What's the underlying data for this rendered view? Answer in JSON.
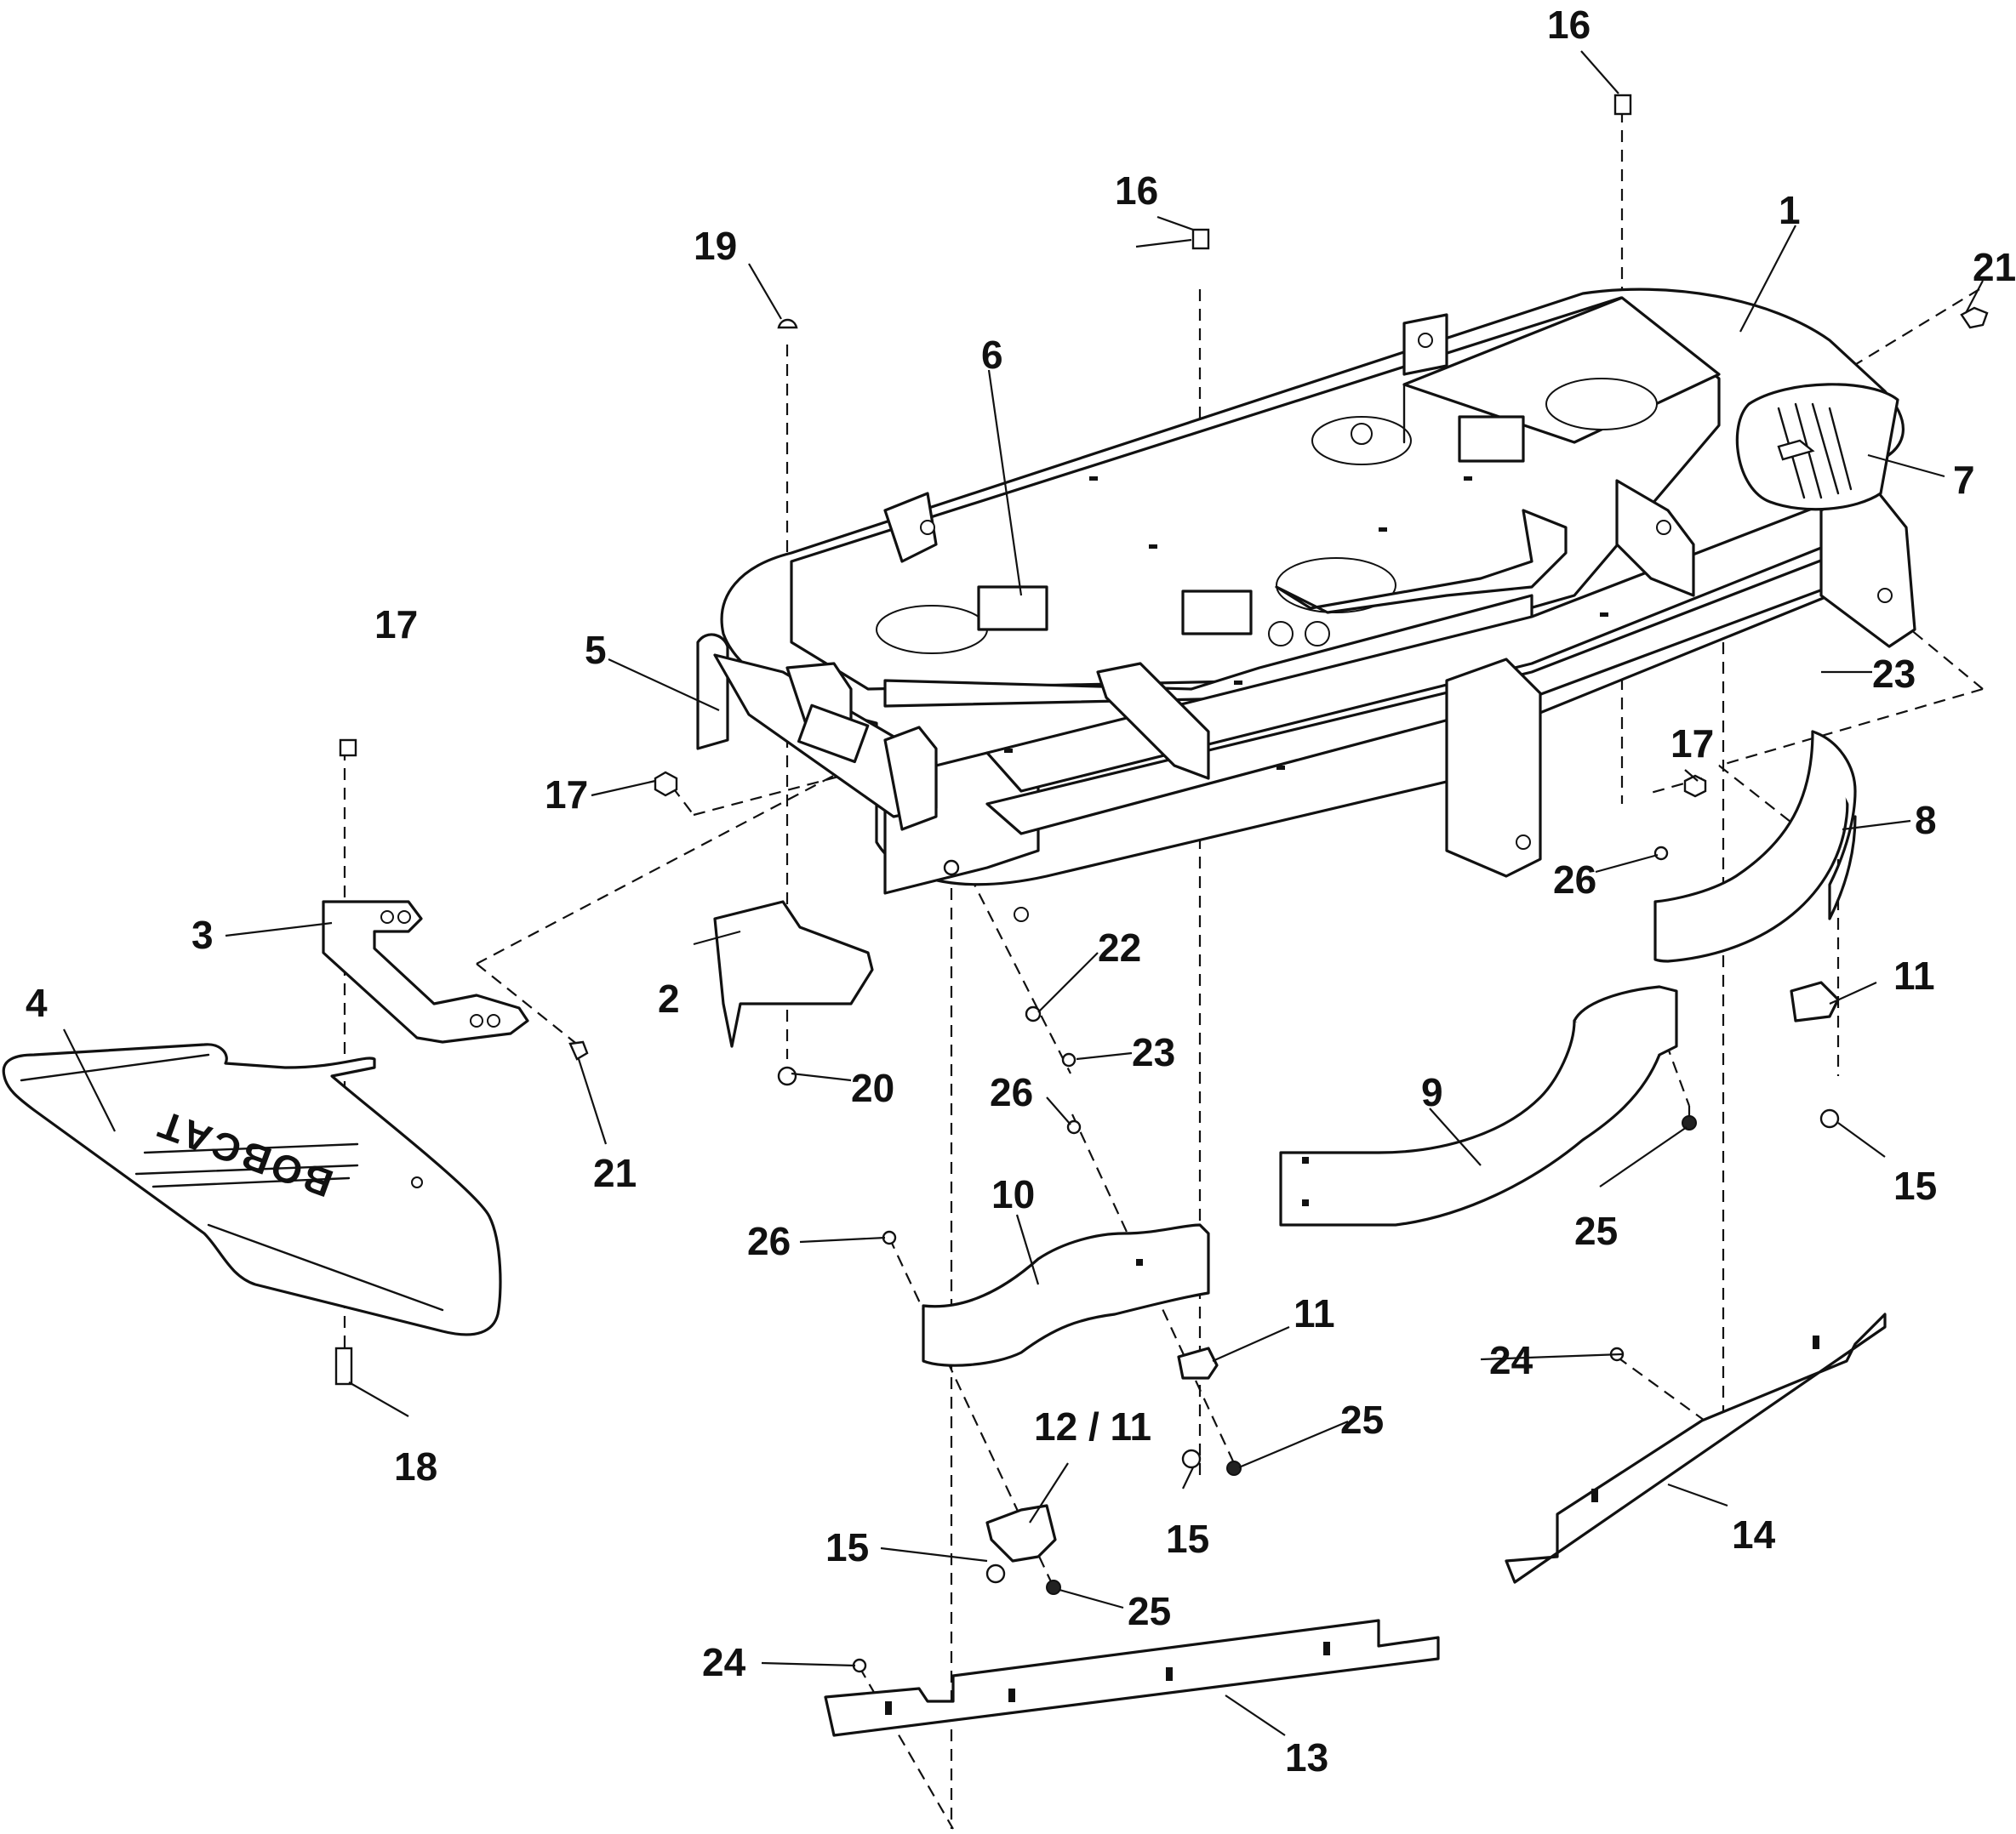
{
  "diagram": {
    "callouts": [
      {
        "id": "c1",
        "text": "1"
      },
      {
        "id": "c2",
        "text": "2"
      },
      {
        "id": "c3",
        "text": "3"
      },
      {
        "id": "c4",
        "text": "4"
      },
      {
        "id": "c5",
        "text": "5"
      },
      {
        "id": "c6",
        "text": "6"
      },
      {
        "id": "c7",
        "text": "7"
      },
      {
        "id": "c8",
        "text": "8"
      },
      {
        "id": "c9",
        "text": "9"
      },
      {
        "id": "c10",
        "text": "10"
      },
      {
        "id": "c11a",
        "text": "11"
      },
      {
        "id": "c11b",
        "text": "11"
      },
      {
        "id": "c12",
        "text": "12 / 11"
      },
      {
        "id": "c13",
        "text": "13"
      },
      {
        "id": "c14",
        "text": "14"
      },
      {
        "id": "c15a",
        "text": "15"
      },
      {
        "id": "c15b",
        "text": "15"
      },
      {
        "id": "c15c",
        "text": "15"
      },
      {
        "id": "c16a",
        "text": "16"
      },
      {
        "id": "c16b",
        "text": "16"
      },
      {
        "id": "c17a",
        "text": "17"
      },
      {
        "id": "c17b",
        "text": "17"
      },
      {
        "id": "c17c",
        "text": "17"
      },
      {
        "id": "c18",
        "text": "18"
      },
      {
        "id": "c19",
        "text": "19"
      },
      {
        "id": "c20",
        "text": "20"
      },
      {
        "id": "c21a",
        "text": "21"
      },
      {
        "id": "c21b",
        "text": "21"
      },
      {
        "id": "c22",
        "text": "22"
      },
      {
        "id": "c23a",
        "text": "23"
      },
      {
        "id": "c23b",
        "text": "23"
      },
      {
        "id": "c24a",
        "text": "24"
      },
      {
        "id": "c24b",
        "text": "24"
      },
      {
        "id": "c25a",
        "text": "25"
      },
      {
        "id": "c25b",
        "text": "25"
      },
      {
        "id": "c25c",
        "text": "25"
      },
      {
        "id": "c26a",
        "text": "26"
      },
      {
        "id": "c26b",
        "text": "26"
      },
      {
        "id": "c26c",
        "text": "26"
      }
    ],
    "logo_text": "BOBCAT"
  }
}
